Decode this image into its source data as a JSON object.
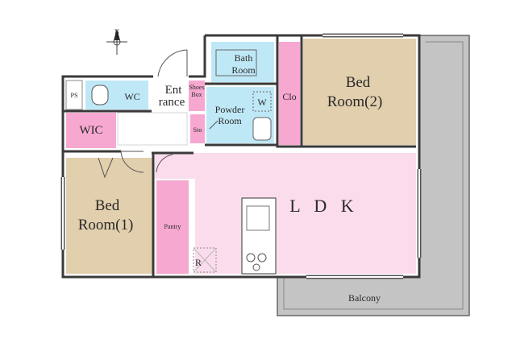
{
  "compass": {
    "label": "N"
  },
  "rooms": {
    "bath": {
      "line1": "Bath",
      "line2": "Room"
    },
    "bed2": {
      "line1": "Bed",
      "line2": "Room(2)"
    },
    "bed1": {
      "line1": "Bed",
      "line2": "Room(1)"
    },
    "entrance": {
      "line1": "Ent",
      "line2": "rance"
    },
    "shoes_box": {
      "line1": "Shoes",
      "line2": "Box"
    },
    "powder": {
      "line1": "Powder",
      "line2": "Room"
    },
    "storage": "Sto",
    "closet": "Clo",
    "washer": "W",
    "wc": "WC",
    "ps": "PS",
    "wic": "WIC",
    "pantry": "Pantry",
    "refrigerator": "R",
    "ldk": "L D K",
    "balcony": "Balcony"
  },
  "colors": {
    "pink": "#f7a8d0",
    "light_pink": "#fbdcec",
    "tan": "#e2cfad",
    "blue": "#bfe8f7",
    "grey": "#b9b9b9",
    "wall": "#3a3a3a"
  }
}
